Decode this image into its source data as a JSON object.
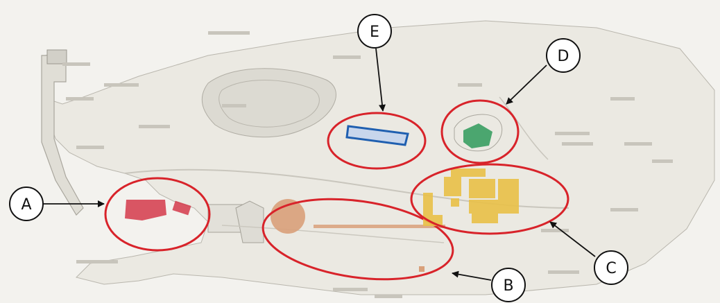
{
  "map": {
    "callouts": [
      {
        "id": "A",
        "label": "A"
      },
      {
        "id": "B",
        "label": "B"
      },
      {
        "id": "C",
        "label": "C"
      },
      {
        "id": "D",
        "label": "D"
      },
      {
        "id": "E",
        "label": "E"
      }
    ],
    "highlight_colors": {
      "ellipse": "#d8232a",
      "A": "#d43a4a",
      "B": "#d9a07a",
      "C": "#e9c14b",
      "D": "#2f9a5a",
      "E": "#1f5fb0"
    }
  }
}
